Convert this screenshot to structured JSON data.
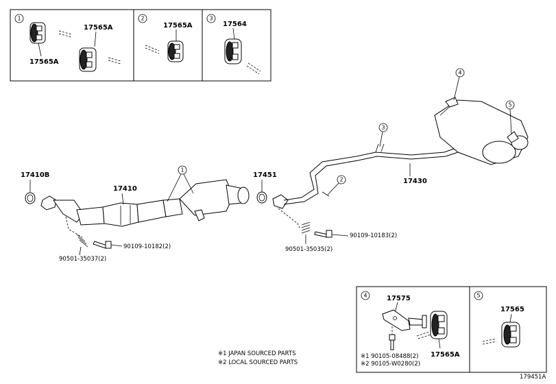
{
  "insets": {
    "i1": {
      "num": "1",
      "label_a": "17565A",
      "label_b": "17565A"
    },
    "i2": {
      "num": "2",
      "label": "17565A"
    },
    "i3": {
      "num": "3",
      "label": "17564"
    },
    "i4": {
      "num": "4",
      "label_a": "17575",
      "label_b": "17565A",
      "note_1": "※1 90105-08488(2)",
      "note_2": "※2 90105-W0280(2)"
    },
    "i5": {
      "num": "5",
      "label": "17565"
    }
  },
  "main": {
    "callouts": [
      "1",
      "2",
      "3",
      "4",
      "5"
    ],
    "parts": {
      "p17410B": "17410B",
      "p17410": "17410",
      "p17451": "17451",
      "p17430": "17430",
      "bolt_left": "90109-10182(2)",
      "spring_left": "90501-35037(2)",
      "bolt_right": "90109-10183(2)",
      "spring_right": "90501-35035(2)"
    }
  },
  "legend": {
    "line1": "※1 JAPAN SOURCED PARTS",
    "line2": "※2 LOCAL SOURCED PARTS"
  },
  "figure_id": "179451A"
}
